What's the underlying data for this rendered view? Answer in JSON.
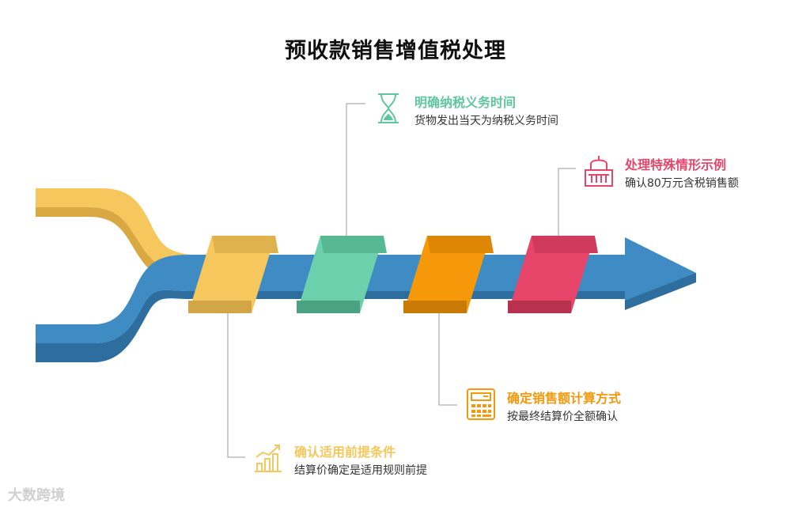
{
  "title": "预收款销售增值税处理",
  "steps": [
    {
      "heading": "确认适用前提条件",
      "desc": "结算价确定是适用规则前提",
      "color": "#F5C75C",
      "icon": "growth-chart-icon"
    },
    {
      "heading": "明确纳税义务时间",
      "desc": "货物发出当天为纳税义务时间",
      "color": "#5FC79E",
      "icon": "hourglass-icon"
    },
    {
      "heading": "确定销售额计算方式",
      "desc": "按最终结算价全额确认",
      "color": "#F5980A",
      "icon": "calculator-icon"
    },
    {
      "heading": "处理特殊情形示例",
      "desc": "确认80万元含税销售额",
      "color": "#E8456B",
      "icon": "building-icon"
    }
  ],
  "watermark": "大数跨境",
  "colors": {
    "arrow": "#3F8CC4",
    "arrow_dark": "#2E6E9E",
    "yellow": "#F5C75C",
    "green": "#5FC79E",
    "orange": "#F5980A",
    "pink": "#E8456B"
  }
}
